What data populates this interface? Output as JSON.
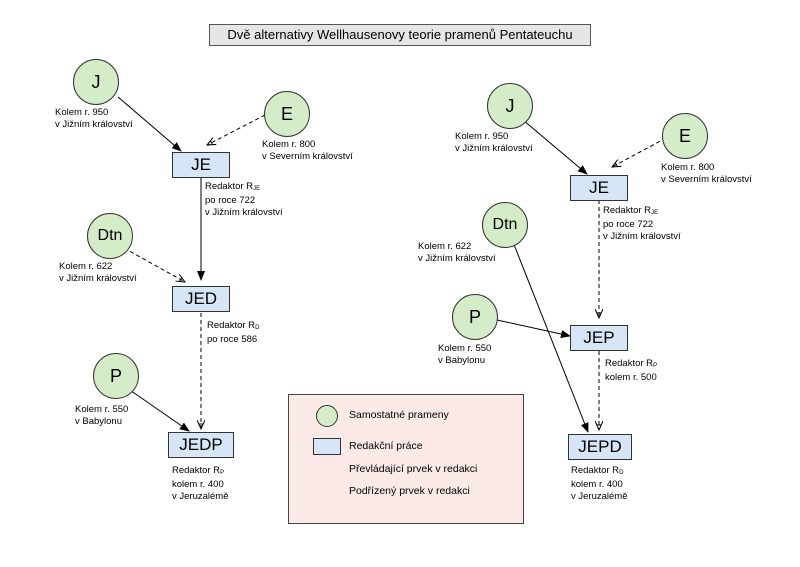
{
  "title": "Dvě alternativy Wellhausenovy teorie pramenů Pentateuchu",
  "left": {
    "sources": {
      "J": "J",
      "E": "E",
      "Dtn": "Dtn",
      "P": "P"
    },
    "redactions": {
      "JE": "JE",
      "JED": "JED",
      "JEDP": "JEDP"
    },
    "notes": {
      "J": [
        "Kolem r. 950",
        "v Jižním království"
      ],
      "E": [
        "Kolem r. 800",
        "v Severním království"
      ],
      "Dtn": [
        "Kolem r. 622",
        "v Jižním království"
      ],
      "P": [
        "Kolem r. 550",
        "v Babylonu"
      ],
      "JE": {
        "prefix": "Redaktor R",
        "sub": "JE",
        "rest": [
          "po roce 722",
          "v Jižním království"
        ]
      },
      "JED": {
        "prefix": "Redaktor R",
        "sub": "D",
        "rest": [
          "po roce 586"
        ]
      },
      "JEDP": {
        "prefix": "Redaktor R",
        "sub": "P",
        "rest": [
          "kolem r. 400",
          "v Jeruzalémě"
        ]
      }
    }
  },
  "right": {
    "sources": {
      "J": "J",
      "E": "E",
      "Dtn": "Dtn",
      "P": "P"
    },
    "redactions": {
      "JE": "JE",
      "JEP": "JEP",
      "JEPD": "JEPD"
    },
    "notes": {
      "J": [
        "Kolem r. 950",
        "v Jižním království"
      ],
      "E": [
        "Kolem r. 800",
        "v Severním království"
      ],
      "Dtn": [
        "Kolem r. 622",
        "v Jižním království"
      ],
      "P": [
        "Kolem r. 550",
        "v Babylonu"
      ],
      "JE": {
        "prefix": "Redaktor R",
        "sub": "JE",
        "rest": [
          "po roce 722",
          "v Jižním království"
        ]
      },
      "JEP": {
        "prefix": "Redaktor R",
        "sub": "P",
        "rest": [
          "kolem r. 500"
        ]
      },
      "JEPD": {
        "prefix": "Redaktor R",
        "sub": "D",
        "rest": [
          "kolem r. 400",
          "v Jeruzalémě"
        ]
      }
    }
  },
  "legend": {
    "sources": "Samostatné prameny",
    "redaction": "Redakční práce",
    "dominant": "Převládající prvek v redakci",
    "subordinate": "Podřízený prvek v redakci"
  },
  "colors": {
    "source_fill": "#d5ecc8",
    "redaction_fill": "#d6e6f6",
    "legend_bg": "#fbeae8",
    "title_bg": "#e6e6e6"
  }
}
